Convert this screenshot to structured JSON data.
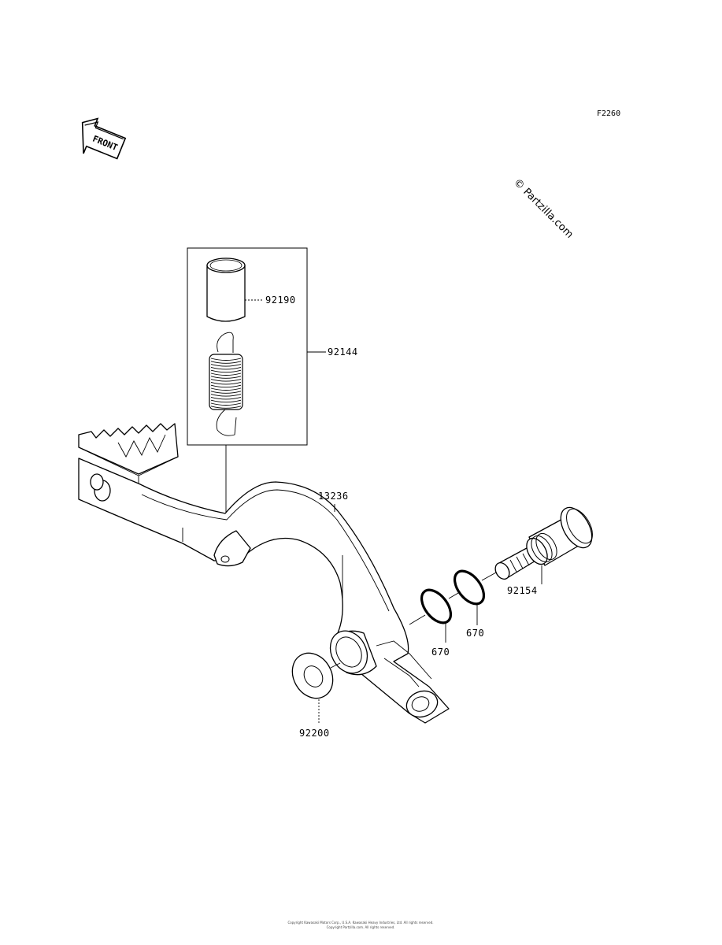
{
  "diagram": {
    "code": "F2260",
    "front_label": "FRONT",
    "watermark": "© Partzilla.com",
    "copyright_line1": "Copyright Kawasaki Motors Corp., U.S.A. Kawasaki Heavy Industries, Ltd. All rights reserved.",
    "copyright_line2": "Copyright Partzilla.com. All rights reserved."
  },
  "parts": [
    {
      "id": "92190",
      "label": "92190"
    },
    {
      "id": "92144",
      "label": "92144"
    },
    {
      "id": "13236",
      "label": "13236"
    },
    {
      "id": "92154",
      "label": "92154"
    },
    {
      "id": "670a",
      "label": "670"
    },
    {
      "id": "670b",
      "label": "670"
    },
    {
      "id": "92200",
      "label": "92200"
    }
  ]
}
